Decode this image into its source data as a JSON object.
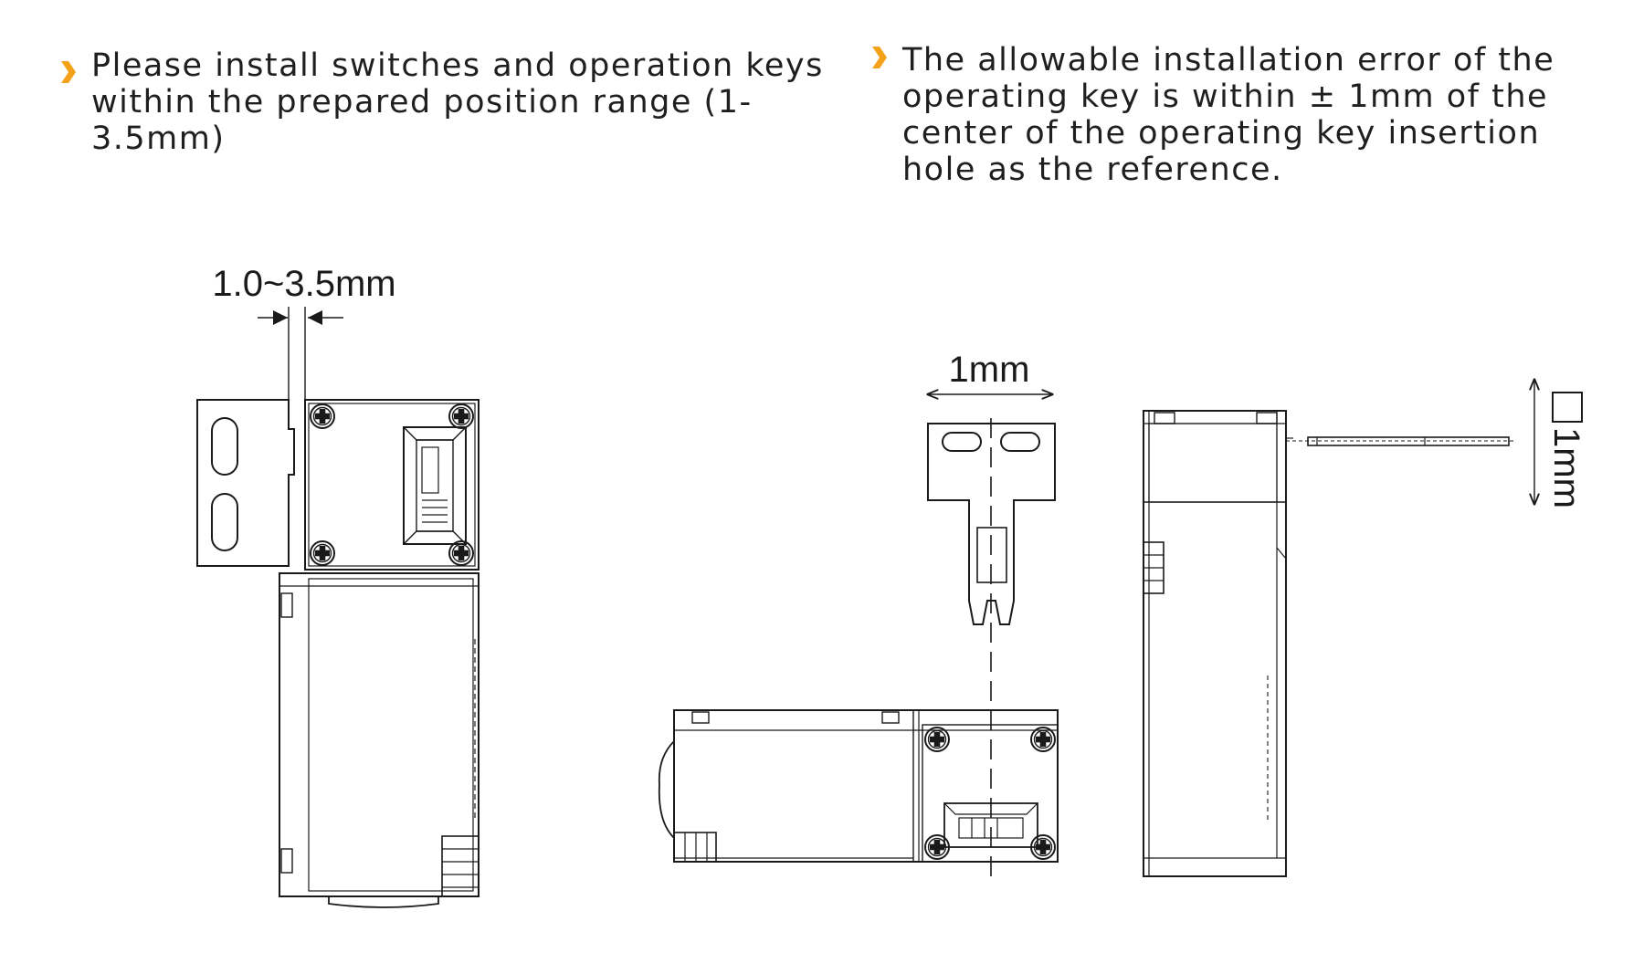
{
  "notes": {
    "left": "Please install switches and operation keys within the prepared position range (1-3.5mm)",
    "right": "The allowable installation error of the operating key is within ± 1mm of the center of the operating key insertion hole as the reference."
  },
  "dimensions": {
    "gap_range": "1.0~3.5mm",
    "horizontal_tolerance": "1mm",
    "vertical_tolerance": "1mm"
  },
  "colors": {
    "bullet": "#F4A11A",
    "line": "#1a1a1a"
  }
}
